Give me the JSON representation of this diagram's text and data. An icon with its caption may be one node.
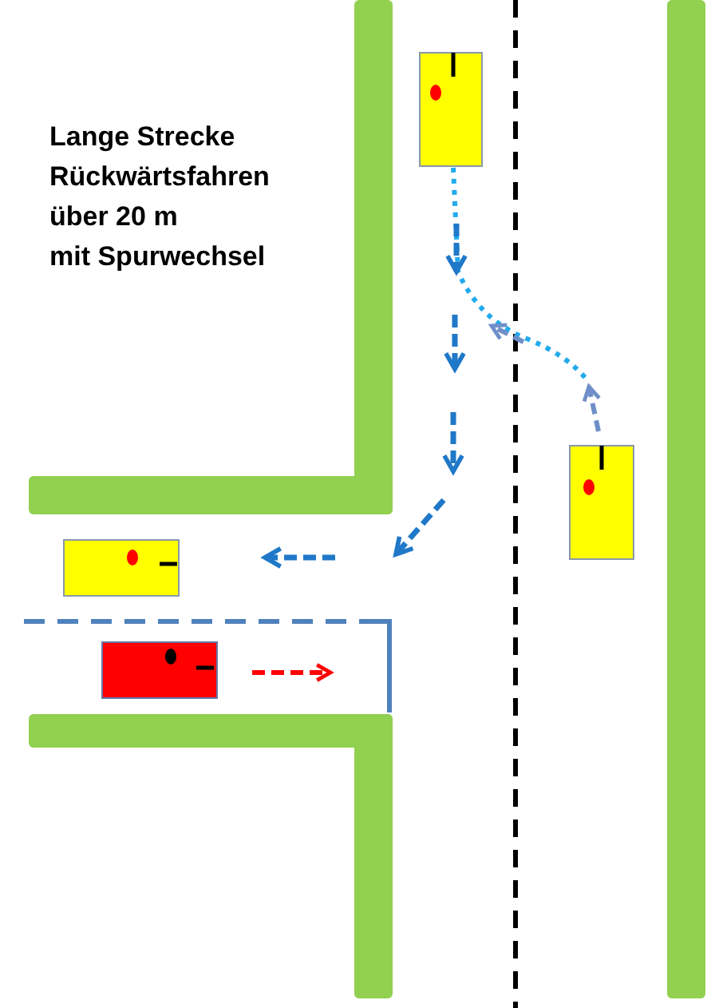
{
  "diagram": {
    "labels": [
      "Lange Strecke",
      "Rückwärtsfahren",
      "über 20 m",
      "mit Spurwechsel"
    ]
  }
}
